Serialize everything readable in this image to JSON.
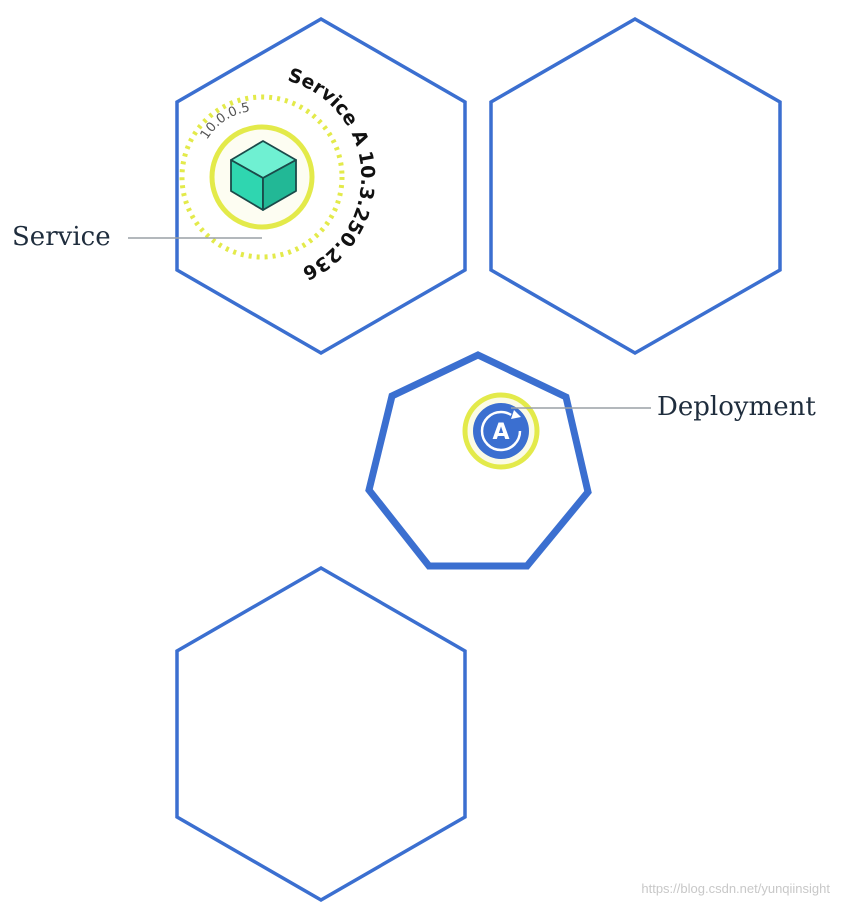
{
  "labels": {
    "service": "Service",
    "deployment": "Deployment"
  },
  "service": {
    "name": "Service A",
    "cluster_ip": "10.3.250.236",
    "pod_ip": "10.0.0.5"
  },
  "deployment": {
    "icon_letter": "A"
  },
  "watermark": "https://blog.csdn.net/yunqiinsight",
  "colors": {
    "node_outline": "#3b6fd0",
    "service_ring": "#e3ea4a",
    "pod_cube": "#2fd6b0",
    "deployment_fill": "#3b6fd0"
  },
  "icons": [
    "cube-icon",
    "deployment-icon"
  ]
}
